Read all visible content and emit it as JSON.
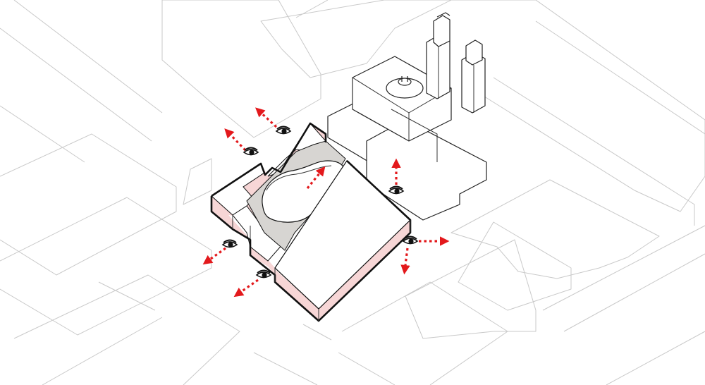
{
  "colors": {
    "background": "#ffffff",
    "context_line": "#c9c9c9",
    "building_line": "#222222",
    "outline": "#111111",
    "facade_fill": "#f7d6d6",
    "courtyard_fill": "#d7d5d2",
    "roof_fill": "#ffffff",
    "view_arrow": "#e3191c",
    "eye": "#111111"
  },
  "icons": {
    "view_marker": "eye-icon",
    "view_direction": "dashed-arrow"
  },
  "view_points": [
    {
      "id": "north-west",
      "direction": "up-left"
    },
    {
      "id": "north",
      "direction": "up-left"
    },
    {
      "id": "courtyard",
      "direction": "up-right"
    },
    {
      "id": "north-east",
      "direction": "up"
    },
    {
      "id": "east",
      "direction": "right"
    },
    {
      "id": "south-east",
      "direction": "down"
    },
    {
      "id": "west",
      "direction": "down-left"
    },
    {
      "id": "south-west",
      "direction": "down-left"
    }
  ]
}
